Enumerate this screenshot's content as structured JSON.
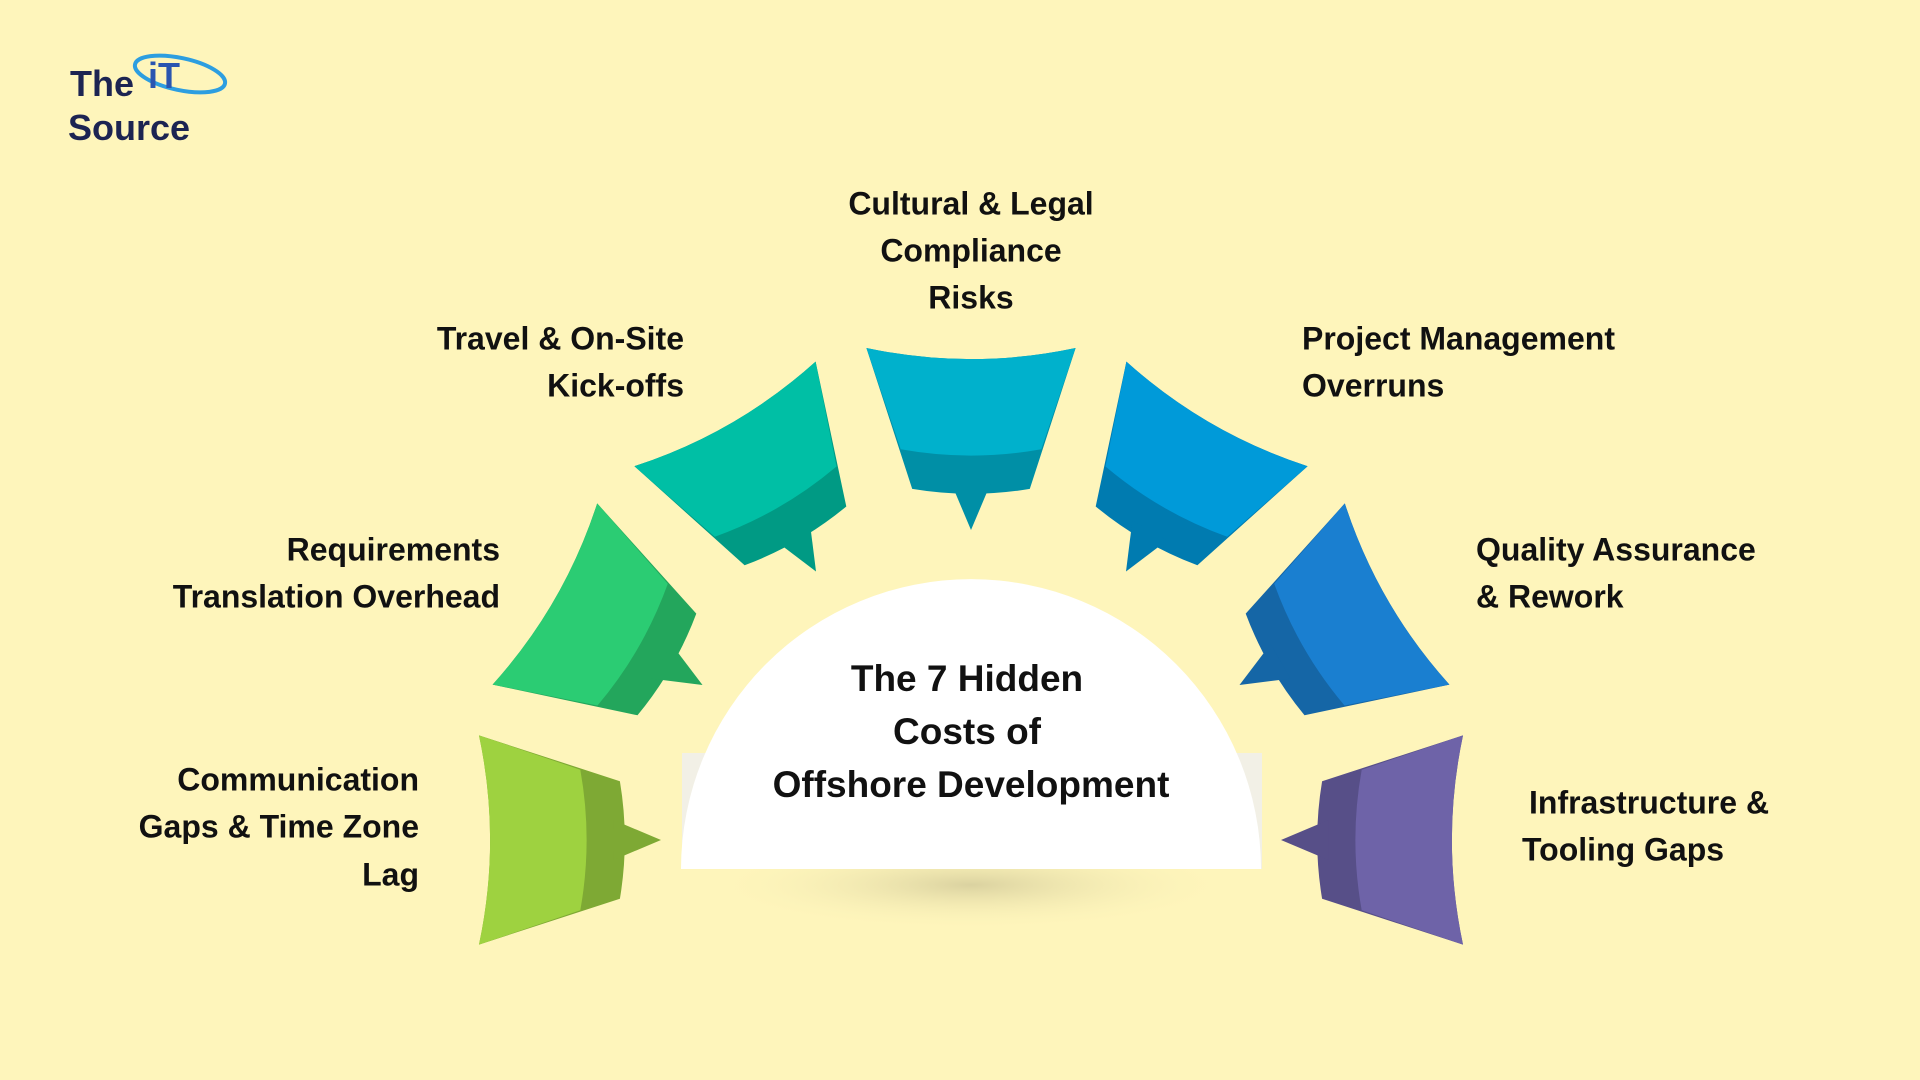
{
  "logo": {
    "line1": "The",
    "accent": "iT",
    "line2": "Source"
  },
  "title": [
    "The 7 Hidden",
    "Costs of",
    "Offshore Development"
  ],
  "segments": [
    {
      "id": "communication",
      "label": [
        "Communication",
        "Gaps & Time Zone",
        "Lag"
      ],
      "color": "#9ed240",
      "dark": "#7ea934"
    },
    {
      "id": "requirements",
      "label": [
        "Requirements",
        "Translation Overhead"
      ],
      "color": "#2bcc73",
      "dark": "#23a65c"
    },
    {
      "id": "travel",
      "label": [
        "Travel & On-Site",
        "Kick-offs"
      ],
      "color": "#00bfa5",
      "dark": "#009a84"
    },
    {
      "id": "cultural",
      "label": [
        "Cultural & Legal",
        "Compliance",
        "Risks"
      ],
      "color": "#00b1cc",
      "dark": "#008fa6"
    },
    {
      "id": "project-management",
      "label": [
        "Project Management",
        "Overruns"
      ],
      "color": "#009ad9",
      "dark": "#007bb0"
    },
    {
      "id": "quality",
      "label": [
        "Quality Assurance",
        "& Rework"
      ],
      "color": "#1a7fd0",
      "dark": "#1566a6"
    },
    {
      "id": "infrastructure",
      "label": [
        "Infrastructure &",
        "Tooling Gaps"
      ],
      "color": "#6e63a8",
      "dark": "#574f88"
    }
  ]
}
